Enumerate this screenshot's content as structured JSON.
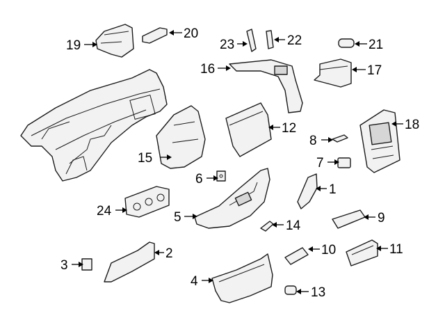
{
  "callouts": [
    {
      "id": "1",
      "label": "1"
    },
    {
      "id": "2",
      "label": "2"
    },
    {
      "id": "3",
      "label": "3"
    },
    {
      "id": "4",
      "label": "4"
    },
    {
      "id": "5",
      "label": "5"
    },
    {
      "id": "6",
      "label": "6"
    },
    {
      "id": "7",
      "label": "7"
    },
    {
      "id": "8",
      "label": "8"
    },
    {
      "id": "9",
      "label": "9"
    },
    {
      "id": "10",
      "label": "10"
    },
    {
      "id": "11",
      "label": "11"
    },
    {
      "id": "12",
      "label": "12"
    },
    {
      "id": "13",
      "label": "13"
    },
    {
      "id": "14",
      "label": "14"
    },
    {
      "id": "15",
      "label": "15"
    },
    {
      "id": "16",
      "label": "16"
    },
    {
      "id": "17",
      "label": "17"
    },
    {
      "id": "18",
      "label": "18"
    },
    {
      "id": "19",
      "label": "19"
    },
    {
      "id": "20",
      "label": "20"
    },
    {
      "id": "21",
      "label": "21"
    },
    {
      "id": "22",
      "label": "22"
    },
    {
      "id": "23",
      "label": "23"
    },
    {
      "id": "24",
      "label": "24"
    }
  ],
  "colors": {
    "line": "#1a1a1a",
    "fill": "#f2f2f2",
    "background": "#ffffff"
  }
}
